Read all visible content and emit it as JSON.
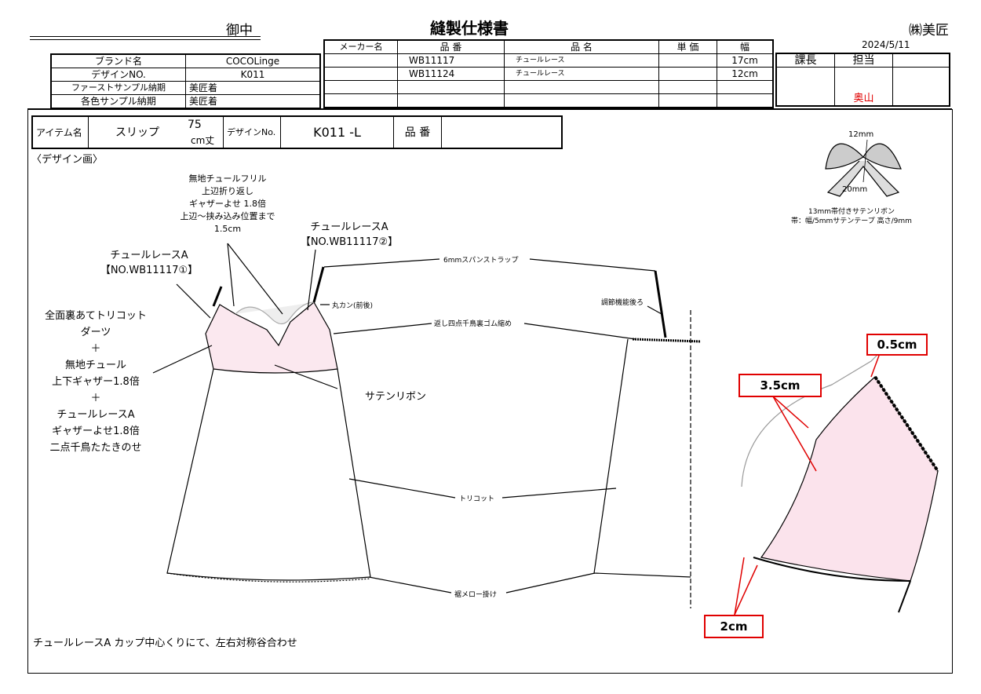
{
  "header": {
    "addressee": "御中",
    "title": "縫製仕様書",
    "company": "㈱美匠",
    "date": "2024/5/11"
  },
  "info_table": [
    {
      "label": "ブランド名",
      "value": "COCOLinge"
    },
    {
      "label": "デザインNO.",
      "value": "K011"
    },
    {
      "label": "ファーストサンプル納期",
      "value": "美匠着"
    },
    {
      "label": "各色サンプル納期",
      "value": "美匠着"
    }
  ],
  "material_table": {
    "headers": [
      "メーカー名",
      "品 番",
      "品 名",
      "単 価",
      "幅"
    ],
    "rows": [
      [
        "",
        "WB11117",
        "チュールレース",
        "",
        "17cm"
      ],
      [
        "",
        "WB11124",
        "チュールレース",
        "",
        "12cm"
      ],
      [
        "",
        "",
        "",
        "",
        ""
      ],
      [
        "",
        "",
        "",
        "",
        ""
      ]
    ]
  },
  "approval": {
    "headers": [
      "課長",
      "担当",
      ""
    ],
    "signature": "奥山",
    "signature_color": "#e00000"
  },
  "item_table": {
    "item_label": "アイテム名",
    "item_value": "スリップ",
    "length_value": "75",
    "length_unit": "cm丈",
    "design_no_label": "デザインNo.",
    "design_no_value": "K011 -L",
    "product_no_label": "品 番",
    "product_no_value": ""
  },
  "section_label": "〈デザイン画〉",
  "ribbon": {
    "width_label": "12mm",
    "height_label": "20mm",
    "caption1": "13mm帯付きサテンリボン",
    "caption2": "帯：幅/5mmサテンテープ 高さ/9mm"
  },
  "annotations": {
    "frill": [
      "無地チュールフリル",
      "上辺折り返し",
      "ギャザーよせ 1.8倍",
      "上辺〜挟み込み位置まで",
      "1.5cm"
    ],
    "lace_a2": [
      "チュールレースA",
      "【NO.WB11117②】"
    ],
    "lace_a1": [
      "チュールレースA",
      "【NO.WB11117①】"
    ],
    "left_notes": [
      "全面裏あてトリコット",
      "ダーツ",
      "＋",
      "無地チュール",
      "上下ギャザー1.8倍",
      "＋",
      "チュールレースA",
      "ギャザーよせ1.8倍",
      "二点千鳥たたきのせ"
    ],
    "strap": "6mmスパンストラップ",
    "ring": "丸カン(前後)",
    "adjuster": "調節機能後ろ",
    "elastic": "返し四点千鳥裏ゴム縮め",
    "satin_ribbon": "サテンリボン",
    "tricot": "トリコット",
    "hem": "裾メロー掛け"
  },
  "measurements": {
    "m1": "0.5cm",
    "m2": "3.5cm",
    "m3": "2cm",
    "box_color": "#e00000"
  },
  "footer_note": "チュールレースA カップ中心くりにて、左右対称谷合わせ"
}
